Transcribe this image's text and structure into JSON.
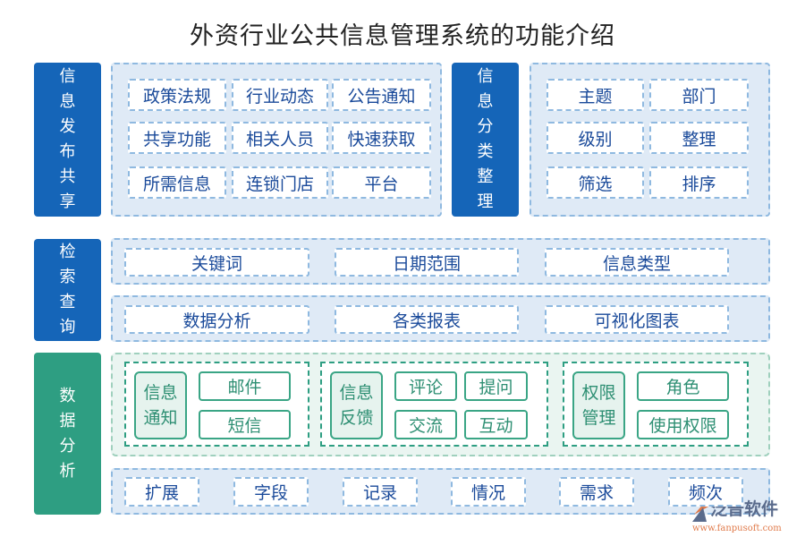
{
  "title": "外资行业公共信息管理系统的功能介绍",
  "sections": {
    "publish": {
      "label": "信息发布共享",
      "items": [
        "政策法规",
        "行业动态",
        "公告通知",
        "共享功能",
        "相关人员",
        "快速获取",
        "所需信息",
        "连锁门店",
        "平台"
      ]
    },
    "classify": {
      "label": "信息分类整理",
      "items": [
        "主题",
        "部门",
        "级别",
        "整理",
        "筛选",
        "排序"
      ]
    },
    "search": {
      "label": "检索查询",
      "row1": [
        "关键词",
        "日期范围",
        "信息类型"
      ],
      "row2": [
        "数据分析",
        "各类报表",
        "可视化图表"
      ]
    },
    "analysis": {
      "label": "数据分析",
      "groups": [
        {
          "label": "信息通知",
          "items": [
            "邮件",
            "短信"
          ]
        },
        {
          "label": "信息反馈",
          "items": [
            "评论",
            "提问",
            "交流",
            "互动"
          ]
        },
        {
          "label": "权限管理",
          "items": [
            "角色",
            "使用权限"
          ]
        }
      ],
      "bottom": [
        "扩展",
        "字段",
        "记录",
        "情况",
        "需求",
        "频次"
      ]
    }
  },
  "logo": {
    "name": "泛普软件",
    "url": "www.fanpusoft.com"
  },
  "colors": {
    "blue": "#1565b8",
    "green": "#2e9e82",
    "panel": "#dfeaf6"
  }
}
